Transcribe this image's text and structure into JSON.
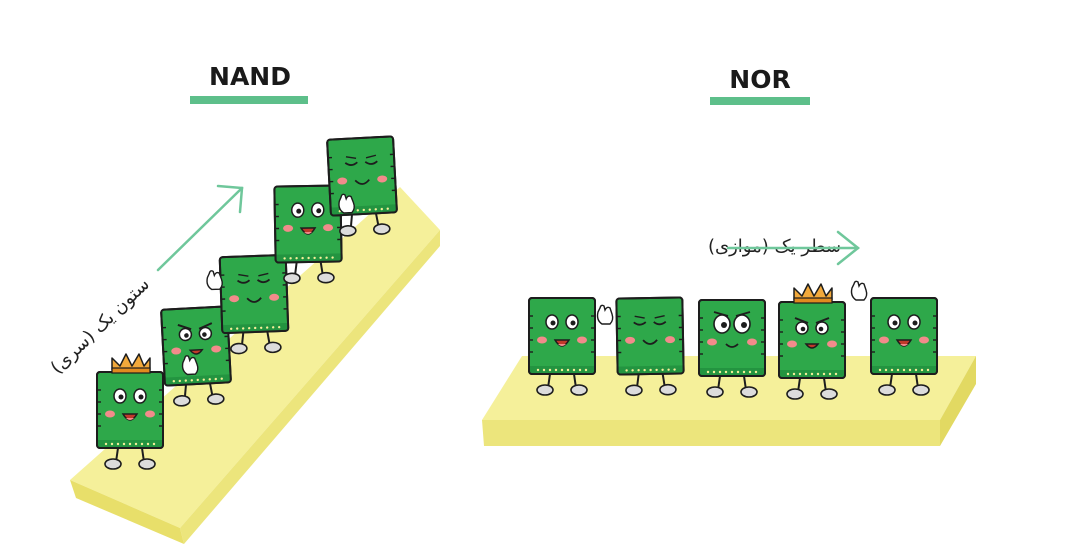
{
  "left_panel": {
    "title": "NAND",
    "caption": "ستون یک (سری)"
  },
  "right_panel": {
    "title": "NOR",
    "caption": "سطر یک (موازی)"
  },
  "colors": {
    "underline": "#5dbf8a",
    "arrow": "#6fc79b",
    "platform_top": "#f5f09a",
    "platform_side": "#ece57c",
    "chip_body": "#2ea84a",
    "chip_outline": "#1d1d1d",
    "crown": "#f2a93b",
    "cheek": "#f28b8b"
  },
  "icons": {
    "chip_character": "circuit-chip-mascot-icon",
    "crown": "crown-icon",
    "hand": "hand-icon",
    "arrow": "arrow-icon"
  }
}
